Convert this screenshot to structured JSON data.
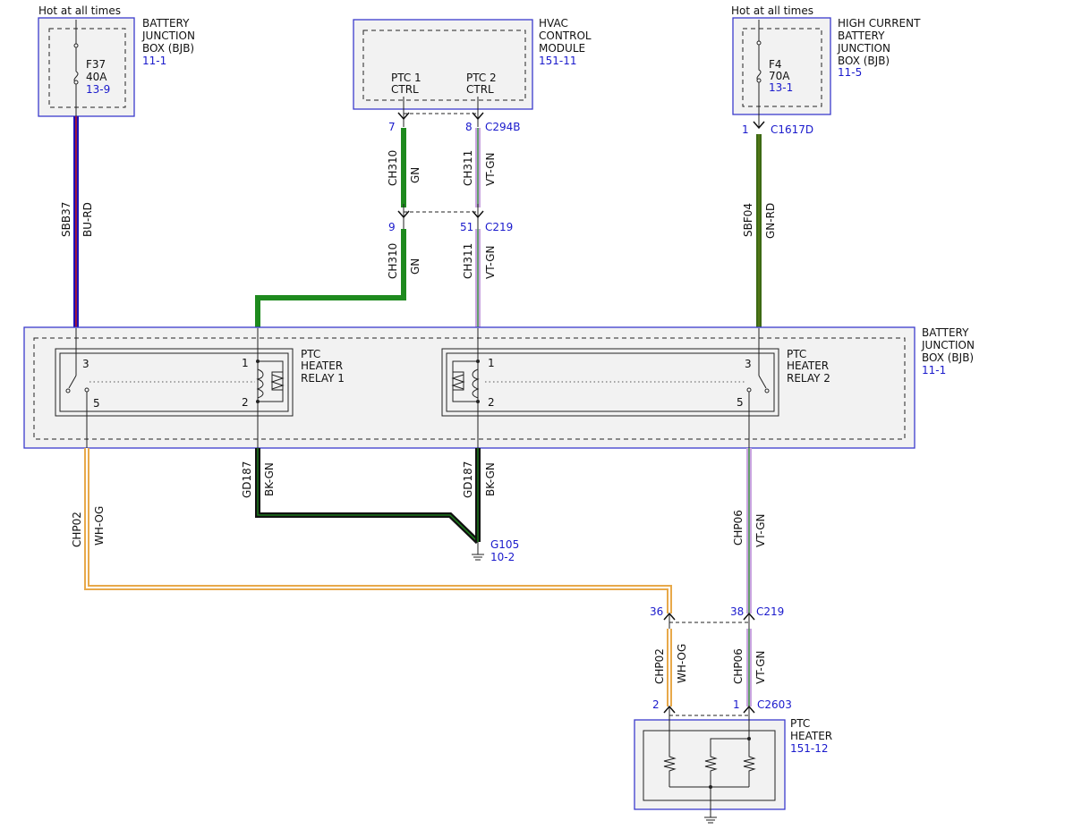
{
  "colors": {
    "box_border": "#3b3bcc",
    "box_fill": "#f2f2f2",
    "ref_text": "#1a1acc",
    "wire_bu_rd": [
      "#1e10b8",
      "#c01818"
    ],
    "wire_gn": "#1e8a1e",
    "wire_vt_gn": [
      "#c9a4e0",
      "#2e9a2e"
    ],
    "wire_gn_rd": [
      "#3d6a14",
      "#5a7a18"
    ],
    "wire_bk_gn": [
      "#111111",
      "#1e8a1e"
    ],
    "wire_wh_og": [
      "#e8a94a",
      "#ffffff"
    ]
  },
  "power": {
    "left": "Hot at all times",
    "right": "Hot at all times"
  },
  "bjb_top": {
    "title": [
      "BATTERY",
      "JUNCTION",
      "BOX (BJB)"
    ],
    "ref": "11-1",
    "fuse": "F37",
    "rating": "40A",
    "fuse_ref": "13-9"
  },
  "hvac": {
    "title": [
      "HVAC",
      "CONTROL",
      "MODULE"
    ],
    "ref": "151-11",
    "pin1_label": [
      "PTC 1",
      "CTRL"
    ],
    "pin2_label": [
      "PTC 2",
      "CTRL"
    ]
  },
  "hcbjb": {
    "title": [
      "HIGH CURRENT",
      "BATTERY",
      "JUNCTION",
      "BOX (BJB)"
    ],
    "ref": "11-5",
    "fuse": "F4",
    "rating": "70A",
    "fuse_ref": "13-1"
  },
  "connectors": {
    "c294b": {
      "pin_a": "7",
      "pin_b": "8",
      "name": "C294B"
    },
    "c219_top": {
      "pin_a": "9",
      "pin_b": "51",
      "name": "C219"
    },
    "c1617d": {
      "pin": "1",
      "name": "C1617D"
    },
    "c219_bottom": {
      "pin_a": "36",
      "pin_b": "38",
      "name": "C219"
    },
    "c2603": {
      "pin_a": "2",
      "pin_b": "1",
      "name": "C2603"
    }
  },
  "wires": {
    "sbb37": {
      "circuit": "SBB37",
      "color": "BU-RD"
    },
    "ch310_a": {
      "circuit": "CH310",
      "color": "GN"
    },
    "ch311_a": {
      "circuit": "CH311",
      "color": "VT-GN"
    },
    "ch310_b": {
      "circuit": "CH310",
      "color": "GN"
    },
    "ch311_b": {
      "circuit": "CH311",
      "color": "VT-GN"
    },
    "sbf04": {
      "circuit": "SBF04",
      "color": "GN-RD"
    },
    "gd187_a": {
      "circuit": "GD187",
      "color": "BK-GN"
    },
    "gd187_b": {
      "circuit": "GD187",
      "color": "BK-GN"
    },
    "chp02_a": {
      "circuit": "CHP02",
      "color": "WH-OG"
    },
    "chp06_a": {
      "circuit": "CHP06",
      "color": "VT-GN"
    },
    "chp02_b": {
      "circuit": "CHP02",
      "color": "WH-OG"
    },
    "chp06_b": {
      "circuit": "CHP06",
      "color": "VT-GN"
    }
  },
  "bjb_main": {
    "title": [
      "BATTERY",
      "JUNCTION",
      "BOX (BJB)"
    ],
    "ref": "11-1"
  },
  "relay1": {
    "title": [
      "PTC",
      "HEATER",
      "RELAY 1"
    ],
    "pins": {
      "p3": "3",
      "p5": "5",
      "p1": "1",
      "p2": "2"
    }
  },
  "relay2": {
    "title": [
      "PTC",
      "HEATER",
      "RELAY 2"
    ],
    "pins": {
      "p3": "3",
      "p5": "5",
      "p1": "1",
      "p2": "2"
    }
  },
  "ground": {
    "name": "G105",
    "ref": "10-2"
  },
  "ptc_heater": {
    "title": [
      "PTC",
      "HEATER"
    ],
    "ref": "151-12"
  }
}
